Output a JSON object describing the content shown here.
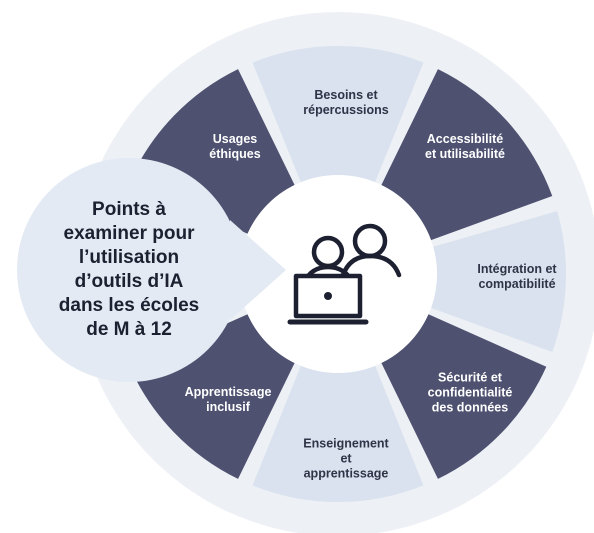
{
  "title_lines": [
    "Points à",
    "examiner pour",
    "l’utilisation",
    "d’outils d’IA",
    "dans les écoles",
    "de M à 12"
  ],
  "segments": [
    {
      "lines": [
        "Besoins et",
        "répercussions"
      ],
      "tone": "light"
    },
    {
      "lines": [
        "Accessibilité",
        "et utilisabilité"
      ],
      "tone": "dark"
    },
    {
      "lines": [
        "Intégration et",
        "compatibilité"
      ],
      "tone": "light"
    },
    {
      "lines": [
        "Sécurité et",
        "confidentialité",
        "des données"
      ],
      "tone": "dark"
    },
    {
      "lines": [
        "Enseignement",
        "et",
        "apprentissage"
      ],
      "tone": "light"
    },
    {
      "lines": [
        "Apprentissage",
        "inclusif"
      ],
      "tone": "dark"
    },
    {
      "lines": [
        "Usages",
        "éthiques"
      ],
      "tone": "dark"
    }
  ],
  "colors": {
    "outer_ring": "#edf0f5",
    "dark_segment": "#4e5170",
    "light_segment": "#d9e2ee",
    "center": "#ffffff",
    "callout": "#e3eaf3",
    "icon": "#1c2030"
  },
  "icon": "users-laptop-icon"
}
